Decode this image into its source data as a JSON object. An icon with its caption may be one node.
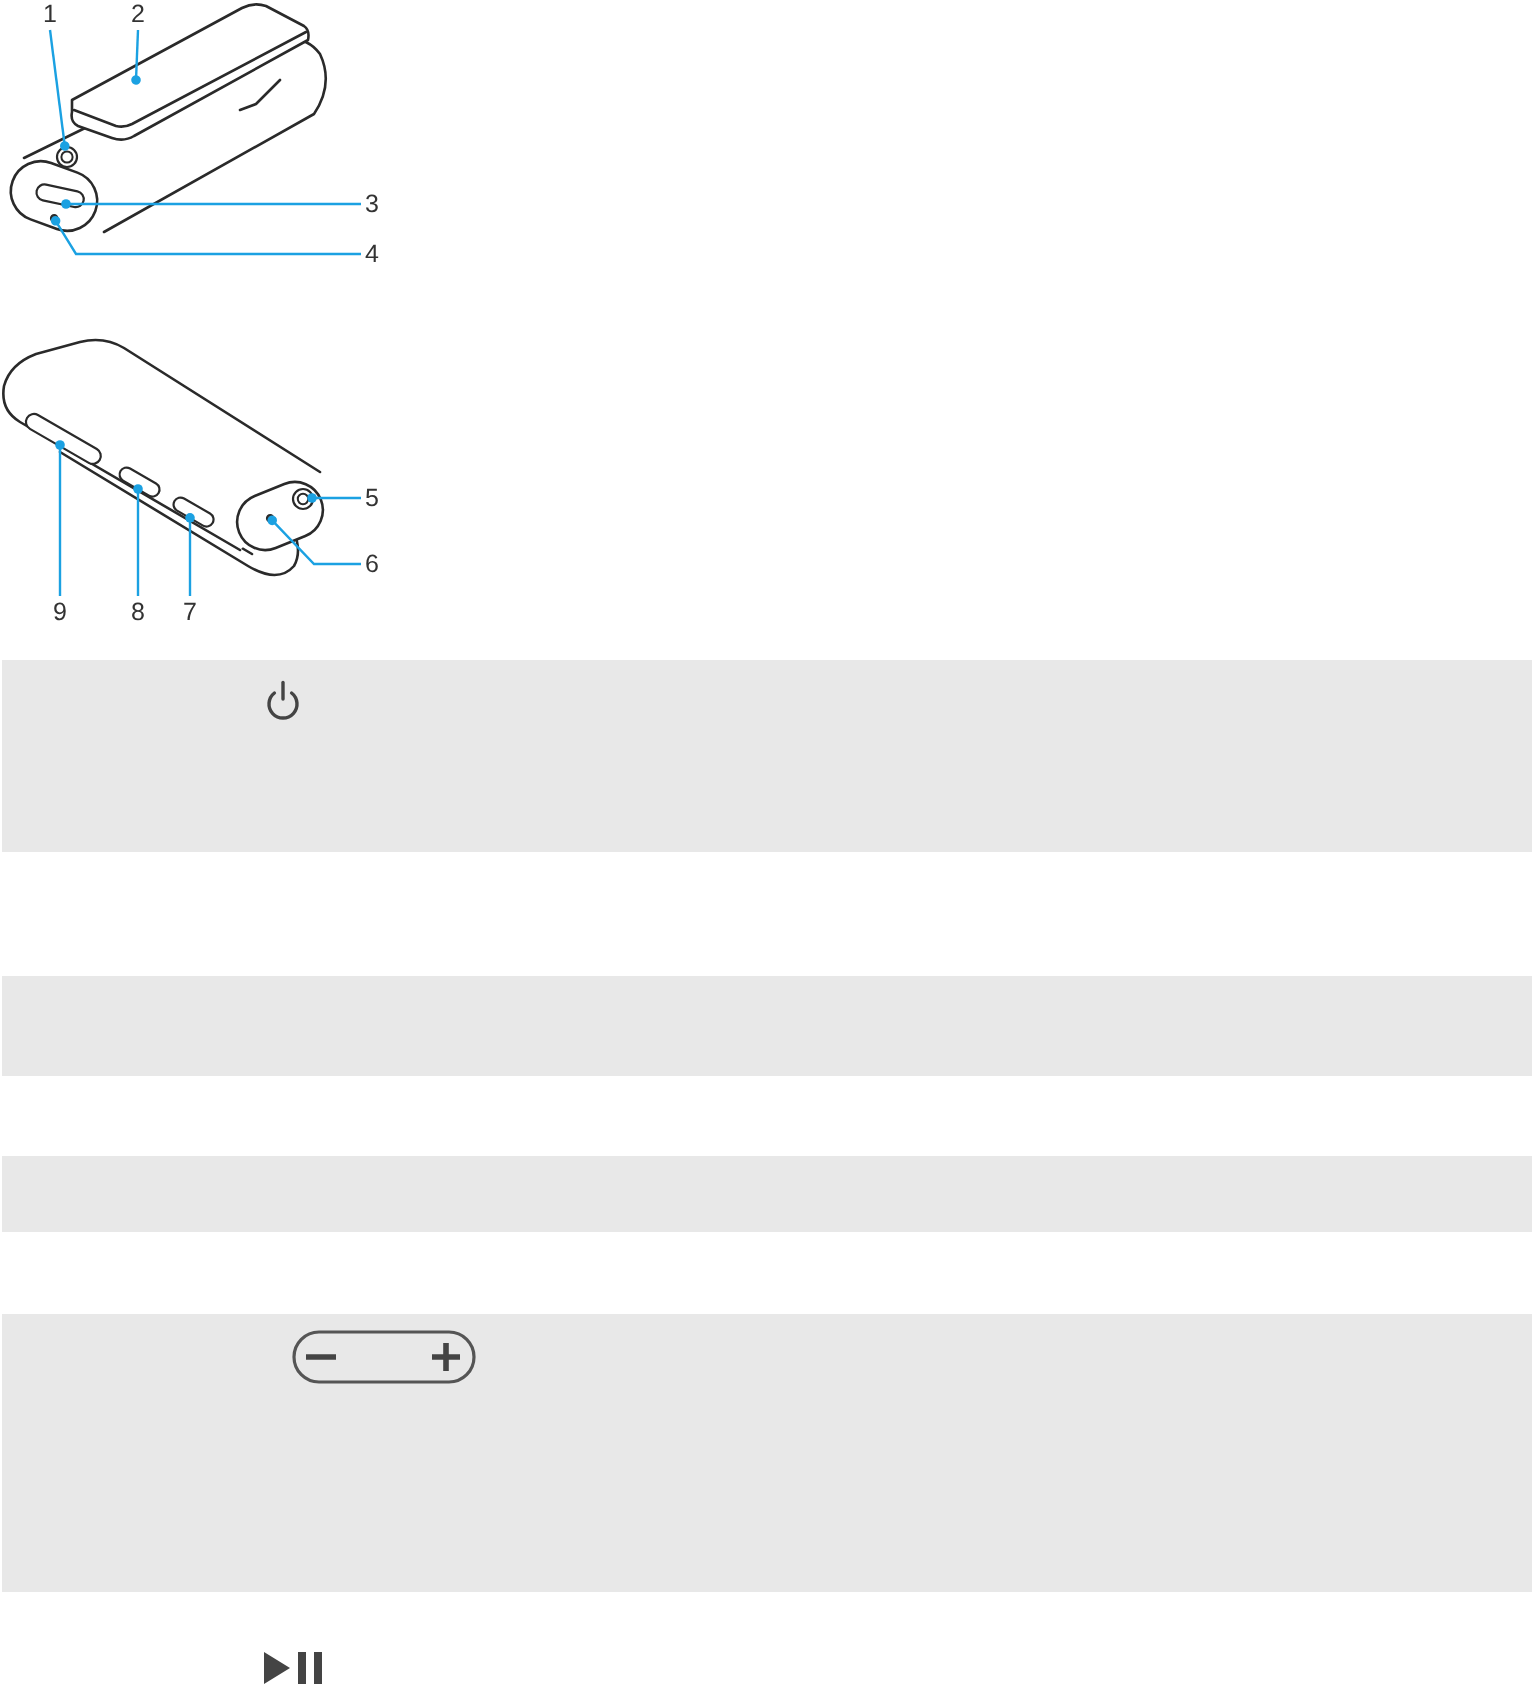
{
  "diagram": {
    "nodes": [
      {
        "text": [
          "1"
        ]
      },
      {
        "text": [
          "2"
        ]
      },
      {
        "text": [
          "3"
        ]
      },
      {
        "text": [
          "4"
        ]
      },
      {
        "text": [
          "5"
        ]
      },
      {
        "text": [
          "6"
        ]
      },
      {
        "text": [
          "7"
        ]
      },
      {
        "text": [
          "8"
        ]
      },
      {
        "text": [
          "9"
        ]
      },
      {
        "text": [],
        "shape": "circle"
      },
      {
        "text": [],
        "shape": "box"
      },
      {
        "text": [],
        "shape": "circle"
      },
      {
        "text": [],
        "shape": "circle"
      },
      {
        "text": [],
        "shape": "circle"
      },
      {
        "text": [],
        "shape": "box"
      },
      {
        "text": [],
        "shape": "box"
      },
      {
        "text": [],
        "shape": "box"
      }
    ],
    "edges": [
      {
        "from": 0,
        "to": 9,
        "arrow": "other"
      },
      {
        "from": 1,
        "to": null,
        "arrow": "other"
      },
      {
        "from": 2,
        "to": 10,
        "arrow": "other"
      },
      {
        "from": 3,
        "to": 11,
        "arrow": "other"
      },
      {
        "from": 4,
        "to": 12,
        "arrow": "other"
      },
      {
        "from": 5,
        "to": 13,
        "arrow": "other"
      },
      {
        "from": 6,
        "to": 16,
        "arrow": "other"
      },
      {
        "from": 7,
        "to": 15,
        "arrow": "other"
      },
      {
        "from": 8,
        "to": 14,
        "arrow": "other"
      }
    ]
  }
}
